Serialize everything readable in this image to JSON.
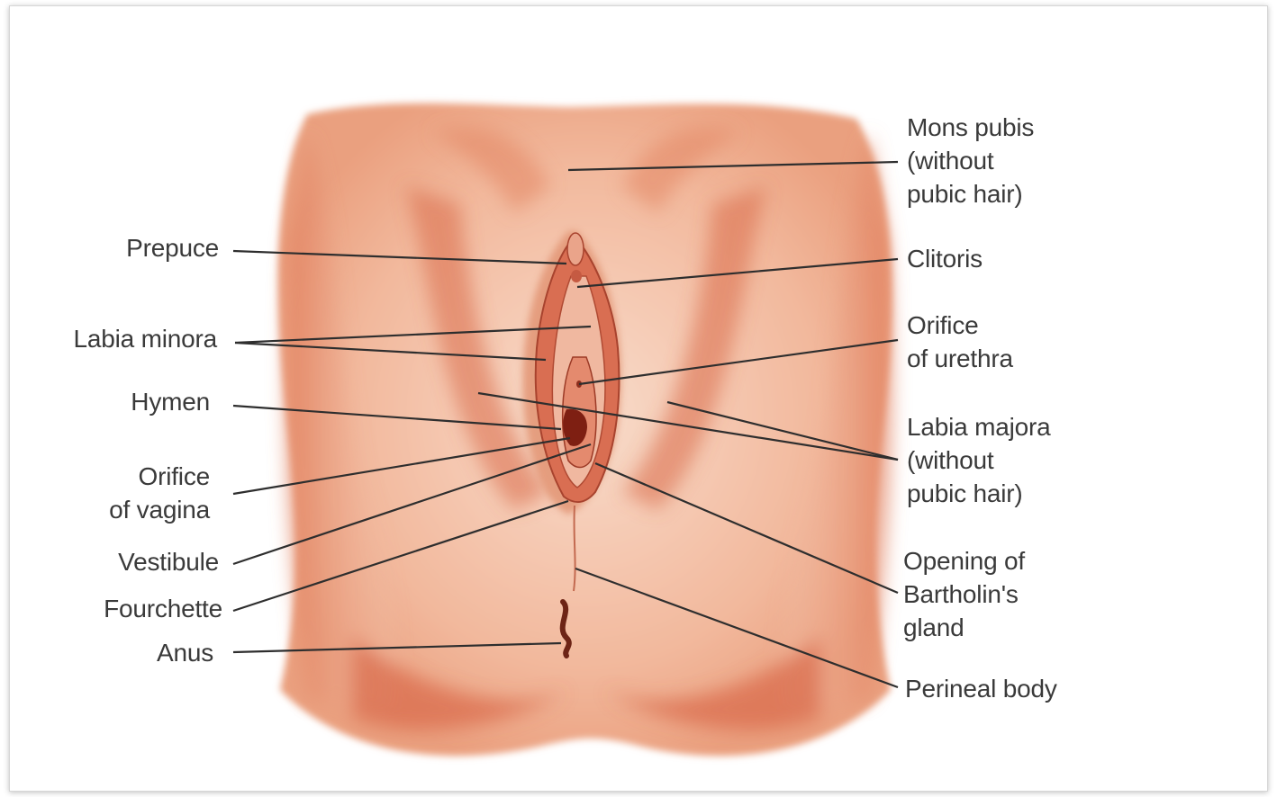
{
  "labels": {
    "mons_pubis": [
      "Mons pubis",
      "(without",
      "pubic hair)"
    ],
    "clitoris": [
      "Clitoris"
    ],
    "orifice_urethra": [
      "Orifice",
      "of urethra"
    ],
    "labia_majora": [
      "Labia majora",
      "(without",
      "pubic hair)"
    ],
    "bartholin": [
      "Opening of",
      "Bartholin's",
      "gland"
    ],
    "perineal_body": [
      "Perineal body"
    ],
    "prepuce": [
      "Prepuce"
    ],
    "labia_minora": [
      "Labia minora"
    ],
    "hymen": [
      "Hymen"
    ],
    "orifice_vagina": [
      "Orifice",
      "of vagina"
    ],
    "vestibule": [
      "Vestibule"
    ],
    "fourchette": [
      "Fourchette"
    ],
    "anus": [
      "Anus"
    ]
  },
  "colors": {
    "skin_dark": "#c8553a",
    "skin_mid": "#e48a6a",
    "skin_light": "#f6cdb8",
    "leader_line": "#2e2e2e",
    "text": "#3a3a3a"
  }
}
